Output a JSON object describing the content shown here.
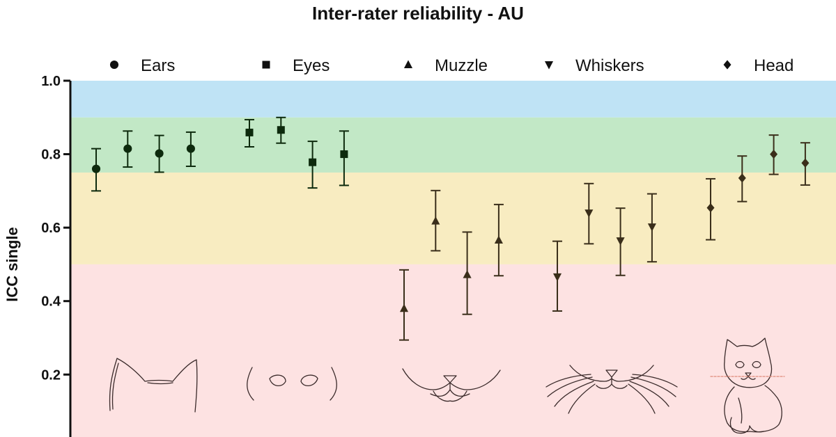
{
  "chart_data": {
    "type": "scatter",
    "title": "Inter-rater reliability - AU",
    "xlabel": "",
    "ylabel": "ICC single",
    "ylim": [
      0.03,
      1.0
    ],
    "yticks": [
      {
        "value": 1.0,
        "label": "1.0"
      },
      {
        "value": 0.8,
        "label": "0.8"
      },
      {
        "value": 0.6,
        "label": "0.6"
      },
      {
        "value": 0.4,
        "label": "0.4"
      },
      {
        "value": 0.2,
        "label": "0.2"
      }
    ],
    "bands": [
      {
        "from": 0.9,
        "to": 1.0,
        "color": "#bfe3f5"
      },
      {
        "from": 0.75,
        "to": 0.9,
        "color": "#c2e8c6"
      },
      {
        "from": 0.5,
        "to": 0.75,
        "color": "#f8ecc1"
      },
      {
        "from": 0.03,
        "to": 0.5,
        "color": "#fde2e2"
      }
    ],
    "legend_position": "top",
    "series": [
      {
        "name": "Ears",
        "marker": "circle",
        "color": "#0d2a0d",
        "icon": "ears-icon",
        "points": [
          {
            "y": 0.76,
            "low": 0.7,
            "high": 0.815
          },
          {
            "y": 0.815,
            "low": 0.765,
            "high": 0.863
          },
          {
            "y": 0.802,
            "low": 0.751,
            "high": 0.851
          },
          {
            "y": 0.815,
            "low": 0.767,
            "high": 0.86
          }
        ]
      },
      {
        "name": "Eyes",
        "marker": "square",
        "color": "#0d2a0d",
        "icon": "eyes-icon",
        "points": [
          {
            "y": 0.859,
            "low": 0.82,
            "high": 0.894
          },
          {
            "y": 0.866,
            "low": 0.83,
            "high": 0.9
          },
          {
            "y": 0.778,
            "low": 0.708,
            "high": 0.835
          },
          {
            "y": 0.8,
            "low": 0.715,
            "high": 0.863
          }
        ]
      },
      {
        "name": "Muzzle",
        "marker": "triangle-up",
        "color": "#3a2e1a",
        "icon": "muzzle-icon",
        "points": [
          {
            "y": 0.38,
            "low": 0.294,
            "high": 0.485
          },
          {
            "y": 0.618,
            "low": 0.537,
            "high": 0.701
          },
          {
            "y": 0.472,
            "low": 0.364,
            "high": 0.588
          },
          {
            "y": 0.566,
            "low": 0.469,
            "high": 0.663
          }
        ]
      },
      {
        "name": "Whiskers",
        "marker": "triangle-down",
        "color": "#3a2e1a",
        "icon": "whiskers-icon",
        "points": [
          {
            "y": 0.466,
            "low": 0.373,
            "high": 0.563
          },
          {
            "y": 0.64,
            "low": 0.556,
            "high": 0.72
          },
          {
            "y": 0.564,
            "low": 0.47,
            "high": 0.653
          },
          {
            "y": 0.602,
            "low": 0.507,
            "high": 0.692
          }
        ]
      },
      {
        "name": "Head",
        "marker": "diamond",
        "color": "#3a2e1a",
        "icon": "head-icon",
        "points": [
          {
            "y": 0.654,
            "low": 0.567,
            "high": 0.733
          },
          {
            "y": 0.735,
            "low": 0.671,
            "high": 0.795
          },
          {
            "y": 0.8,
            "low": 0.745,
            "high": 0.852
          },
          {
            "y": 0.776,
            "low": 0.716,
            "high": 0.831
          }
        ]
      }
    ]
  }
}
